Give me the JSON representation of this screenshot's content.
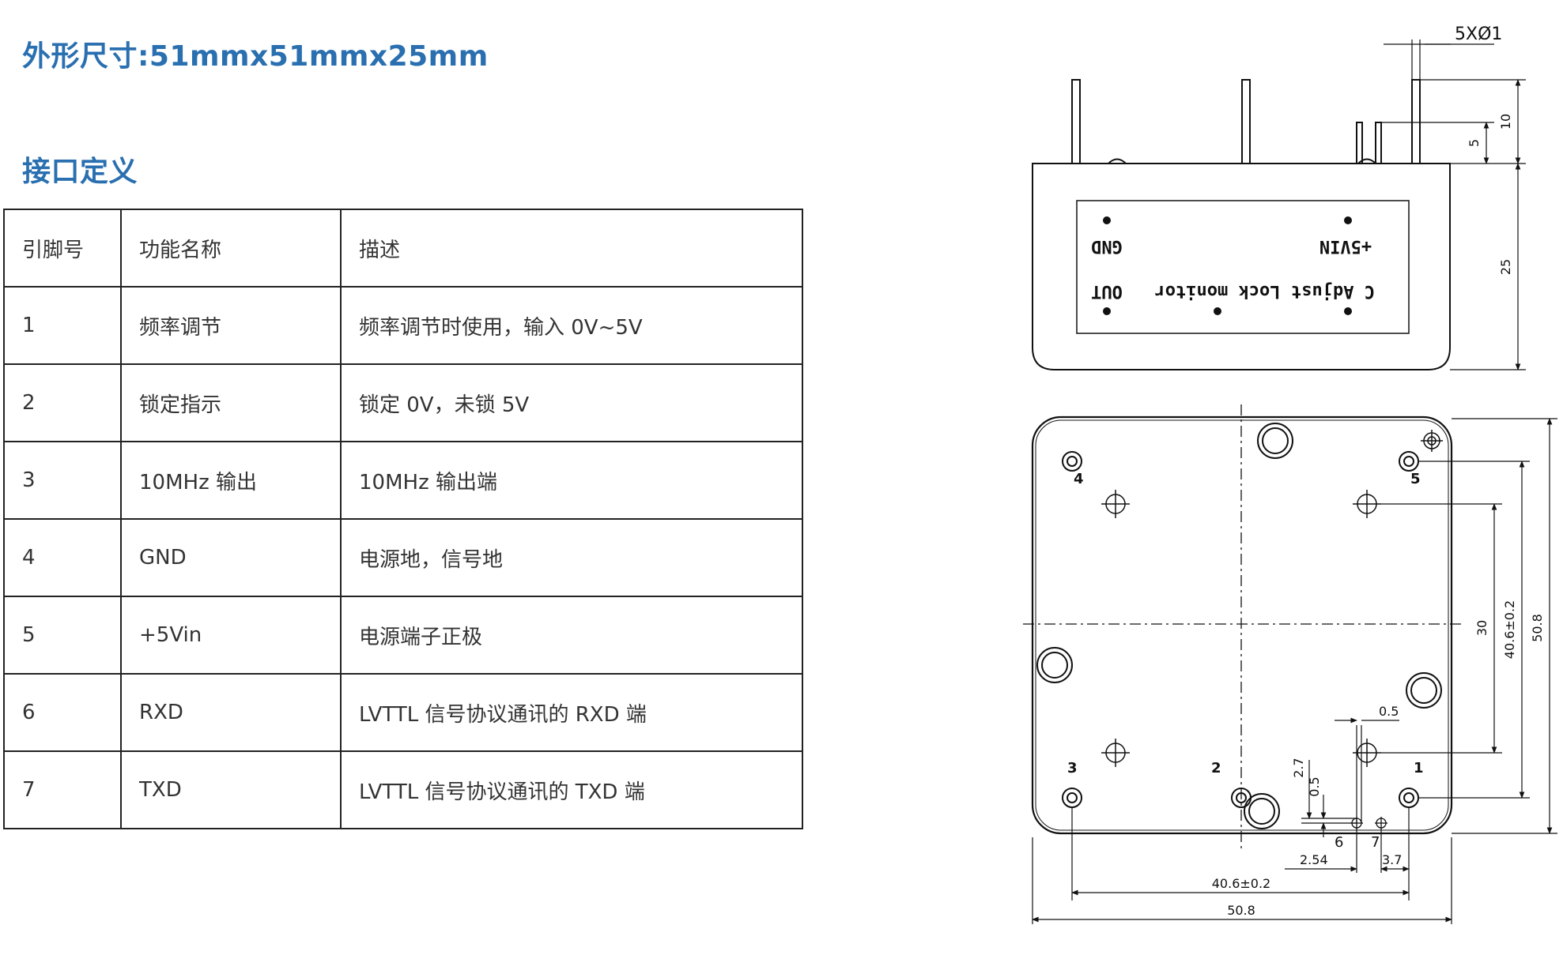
{
  "heading_dimensions": "外形尺寸:51mmx51mmx25mm",
  "heading_interface": "接口定义",
  "pin_table": {
    "headers": [
      "引脚号",
      "功能名称",
      "描述"
    ],
    "rows": [
      [
        "1",
        "频率调节",
        "频率调节时使用，输入 0V~5V"
      ],
      [
        "2",
        "锁定指示",
        "锁定 0V，未锁 5V"
      ],
      [
        "3",
        "10MHz 输出",
        "10MHz 输出端"
      ],
      [
        "4",
        "GND",
        "电源地，信号地"
      ],
      [
        "5",
        "+5Vin",
        "电源端子正极"
      ],
      [
        "6",
        "RXD",
        "LVTTL 信号协议通讯的 RXD 端"
      ],
      [
        "7",
        "TXD",
        "LVTTL 信号协议通讯的 TXD 端"
      ]
    ]
  },
  "drawing": {
    "side_view": {
      "label_plus5vin": "+5VIN",
      "label_gnd": "GND",
      "label_cadjust": "C Adjust",
      "label_lock_monitor": "Lock monitor",
      "label_out": "OUT",
      "dim_pins": "5XØ1",
      "dim_10": "10",
      "dim_5": "5",
      "dim_25": "25"
    },
    "bottom_view": {
      "pin_4": "4",
      "pin_5": "5",
      "pin_3": "3",
      "pin_2": "2",
      "pin_1": "1",
      "pin_6": "6",
      "pin_7": "7",
      "dim_30": "30",
      "dim_40_6_v": "40.6±0.2",
      "dim_50_8_v": "50.8",
      "dim_0_5_top": "0.5",
      "dim_2_7": "2.7",
      "dim_0_5_side": "0.5",
      "dim_2_54": "2.54",
      "dim_3_7": "3.7",
      "dim_40_6_h": "40.6±0.2",
      "dim_50_8_h": "50.8"
    }
  },
  "colors": {
    "heading": "#2a6fb0",
    "text": "#333333",
    "line": "#111111"
  }
}
